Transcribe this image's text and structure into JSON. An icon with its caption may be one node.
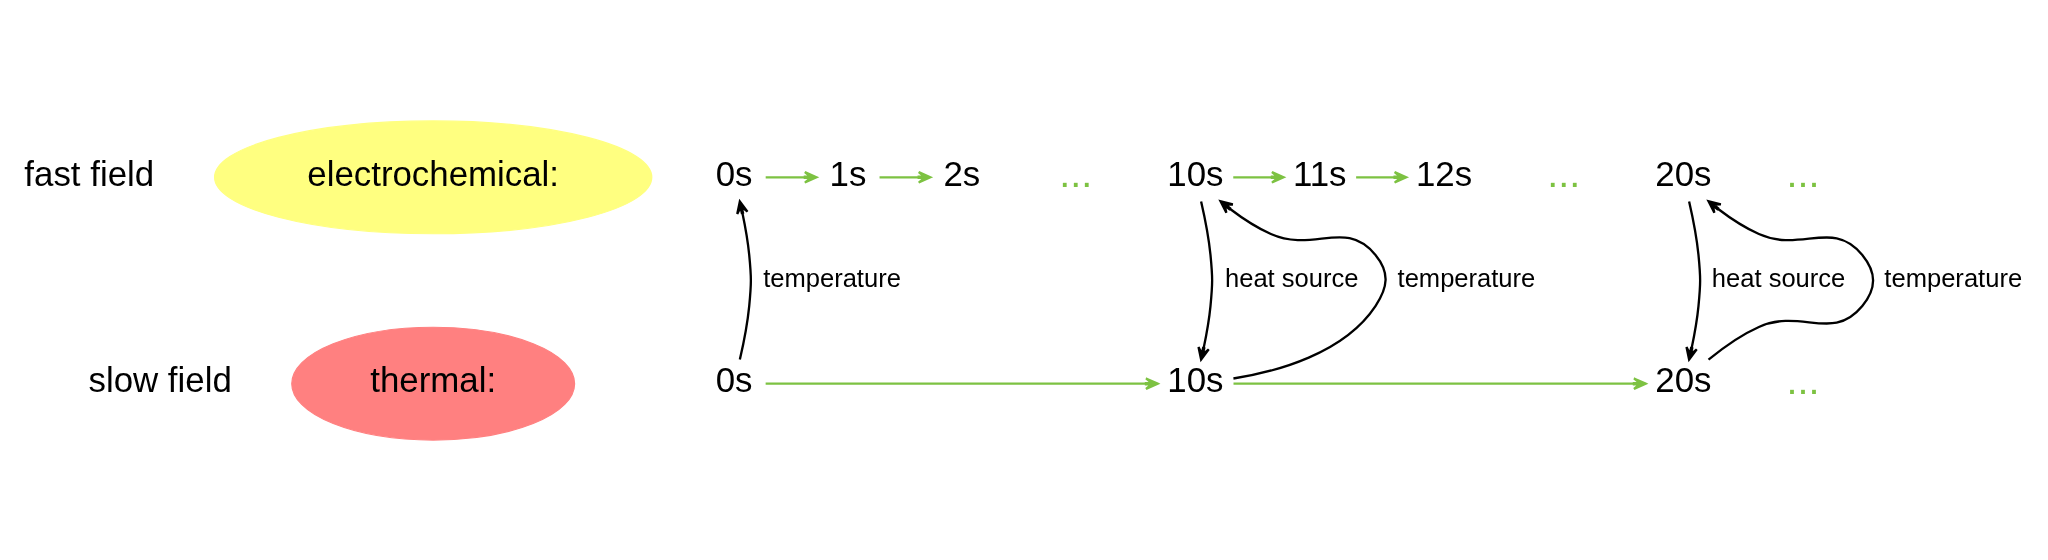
{
  "diagram": {
    "nodes": [
      {
        "text": [
          "electrochemical:"
        ],
        "beside": [
          "fast field"
        ]
      },
      {
        "text": [
          "thermal:"
        ],
        "beside": [
          "slow field"
        ]
      },
      {
        "text": [
          "0s"
        ]
      },
      {
        "text": [
          "1s"
        ]
      },
      {
        "text": [
          "2s"
        ]
      },
      {
        "text": [
          "10s"
        ]
      },
      {
        "text": [
          "11s"
        ]
      },
      {
        "text": [
          "12s"
        ]
      },
      {
        "text": [
          "20s"
        ]
      },
      {
        "text": [
          "0s"
        ]
      },
      {
        "text": [
          "10s"
        ]
      },
      {
        "text": [
          "20s"
        ]
      }
    ],
    "edges": [
      {
        "from": 2,
        "to": 3,
        "arrow": "to"
      },
      {
        "from": 3,
        "to": 4,
        "arrow": "to"
      },
      {
        "from": 5,
        "to": 6,
        "arrow": "to"
      },
      {
        "from": 6,
        "to": 7,
        "arrow": "to"
      },
      {
        "from": 9,
        "to": 2,
        "arrow": "to",
        "label": "temperature",
        "color": "#000000"
      },
      {
        "from": 5,
        "to": 10,
        "arrow": "to",
        "label": "heat source",
        "color": "#000000"
      },
      {
        "from": 10,
        "to": 5,
        "arrow": "to",
        "label": "temperature",
        "color": "#000000"
      },
      {
        "from": 8,
        "to": 11,
        "arrow": "to",
        "label": "heat source",
        "color": "#000000"
      },
      {
        "from": 11,
        "to": 8,
        "arrow": "to",
        "label": "temperature",
        "color": "#000000"
      },
      {
        "from": 9,
        "to": 10,
        "arrow": "to"
      },
      {
        "from": 10,
        "to": 11,
        "arrow": "to"
      }
    ],
    "labels": [
      "...",
      "...",
      "...",
      "..."
    ]
  }
}
